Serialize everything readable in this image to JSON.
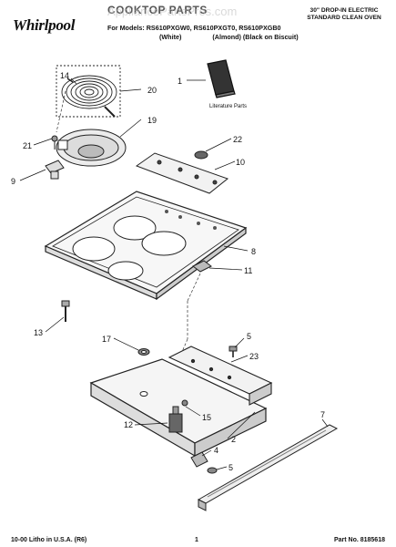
{
  "header": {
    "brand": "Whirlpool",
    "title": "COOKTOP PARTS",
    "models_line": "For Models: RS610PXGW0, RS610PXGT0, RS610PXGB0",
    "finish_white": "(White)",
    "finish_almond": "(Almond)",
    "finish_black": "(Black on Biscuit)",
    "product_description": "30\" DROP-IN ELECTRIC STANDARD CLEAN OVEN"
  },
  "watermark": "AppliancePartsPros.com",
  "literature_label": "Literature Parts",
  "callouts": {
    "c1": "1",
    "c2": "2",
    "c4": "4",
    "c5a": "5",
    "c5b": "5",
    "c7": "7",
    "c8": "8",
    "c9": "9",
    "c10": "10",
    "c11": "11",
    "c12": "12",
    "c13": "13",
    "c14": "14",
    "c15": "15",
    "c17": "17",
    "c19": "19",
    "c20": "20",
    "c21": "21",
    "c22": "22",
    "c23": "23"
  },
  "footer": {
    "left": "10-00 Litho in U.S.A. (R6)",
    "page": "1",
    "part_no": "Part No. 8185618"
  }
}
